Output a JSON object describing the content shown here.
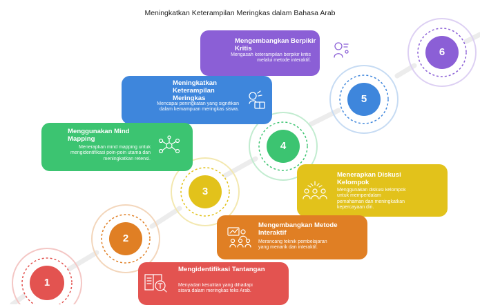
{
  "title": "Meningkatkan Keterampilan Meringkas dalam Bahasa Arab",
  "colors": {
    "step1": "#e35350",
    "step2": "#e07f24",
    "step3": "#e2c21b",
    "step4": "#3cc471",
    "step5": "#3e86dc",
    "step6": "#8b5fd6"
  },
  "steps": [
    {
      "number": "1",
      "title": "Mengidentifikasi Tantangan",
      "text": "Menyadari kesulitan yang dihadapi siswa dalam meringkas teks Arab.",
      "icon": "document-search-icon"
    },
    {
      "number": "2",
      "title": "Mengembangkan Metode Interaktif",
      "text": "Merancang teknik pembelajaran yang menarik dan interaktif.",
      "icon": "presentation-group-icon"
    },
    {
      "number": "3",
      "title": "Menerapkan Diskusi Kelompok",
      "text": "Menggunakan diskusi kelompok untuk memperdalam pemahaman dan meningkatkan kepercayaan diri.",
      "icon": "group-discussion-icon"
    },
    {
      "number": "4",
      "title": "Menggunakan Mind Mapping",
      "text": "Menerapkan mind mapping untuk mengidentifikasi poin-poin utama dan meningkatkan retensi.",
      "icon": "mind-map-icon"
    },
    {
      "number": "5",
      "title": "Meningkatkan Keterampilan Meringkas",
      "text": "Mencapai peningkatan yang signifikan dalam kemampuan meringkas siswa.",
      "icon": "reading-thinking-icon"
    },
    {
      "number": "6",
      "title": "Mengembangkan Berpikir Kritis",
      "text": "Mengasah keterampilan berpikir kritis melalui metode interaktif.",
      "icon": "critical-thinking-icon"
    }
  ]
}
